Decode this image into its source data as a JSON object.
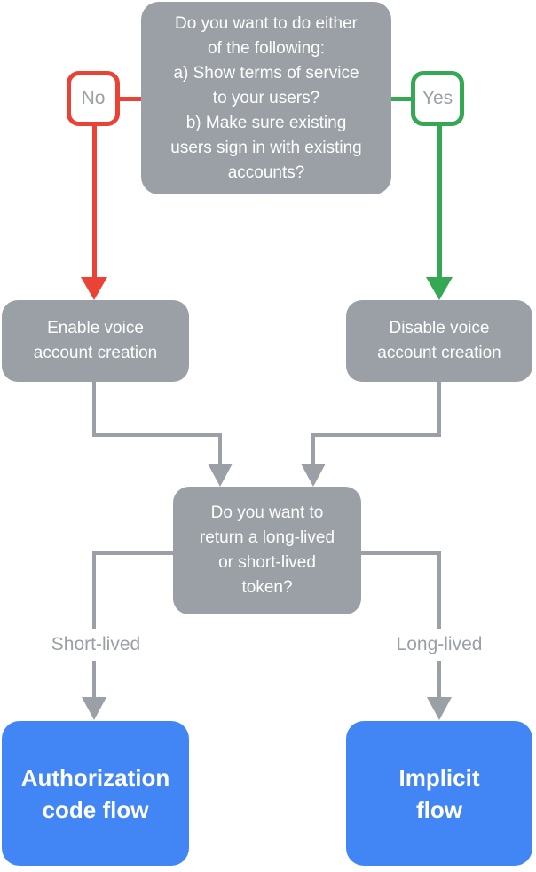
{
  "colors": {
    "gray": "#9AA0A6",
    "red": "#EA4335",
    "green": "#34A853",
    "blue": "#4285F4",
    "white": "#FFFFFF"
  },
  "flowchart": {
    "question1": "Do you want to do either\nof the following:\na) Show terms of service\nto your users?\nb) Make sure existing\nusers sign in with existing\naccounts?",
    "no_label": "No",
    "yes_label": "Yes",
    "enable_node": "Enable voice\naccount creation",
    "disable_node": "Disable voice\naccount creation",
    "question2": "Do you want to\nreturn a long-lived\nor short-lived\ntoken?",
    "short_lived_label": "Short-lived",
    "long_lived_label": "Long-lived",
    "auth_code_node": "Authorization\ncode flow",
    "implicit_node": "Implicit\nflow"
  }
}
